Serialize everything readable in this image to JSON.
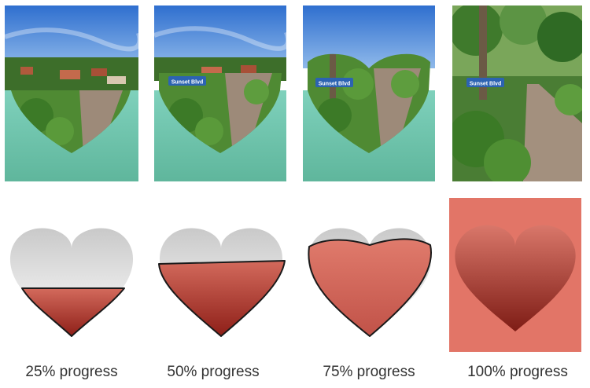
{
  "stages": [
    {
      "caption": "25% progress",
      "progress": 0.25
    },
    {
      "caption": "50% progress",
      "progress": 0.5
    },
    {
      "caption": "75% progress",
      "progress": 0.75
    },
    {
      "caption": "100% progress",
      "progress": 1.0
    }
  ],
  "street_sign": "Sunset Blvd",
  "colors": {
    "heart_fill": "#d36a5c",
    "heart_fill_dark": "#8e1f18",
    "heart_empty_top": "#c9c9c9",
    "heart_empty_bottom": "#ffffff",
    "full_card_bg": "#e27567",
    "water": "#6fc7ad",
    "sky": "#3b7fd1",
    "foliage": "#3f7a2c",
    "path": "#9a8777"
  }
}
